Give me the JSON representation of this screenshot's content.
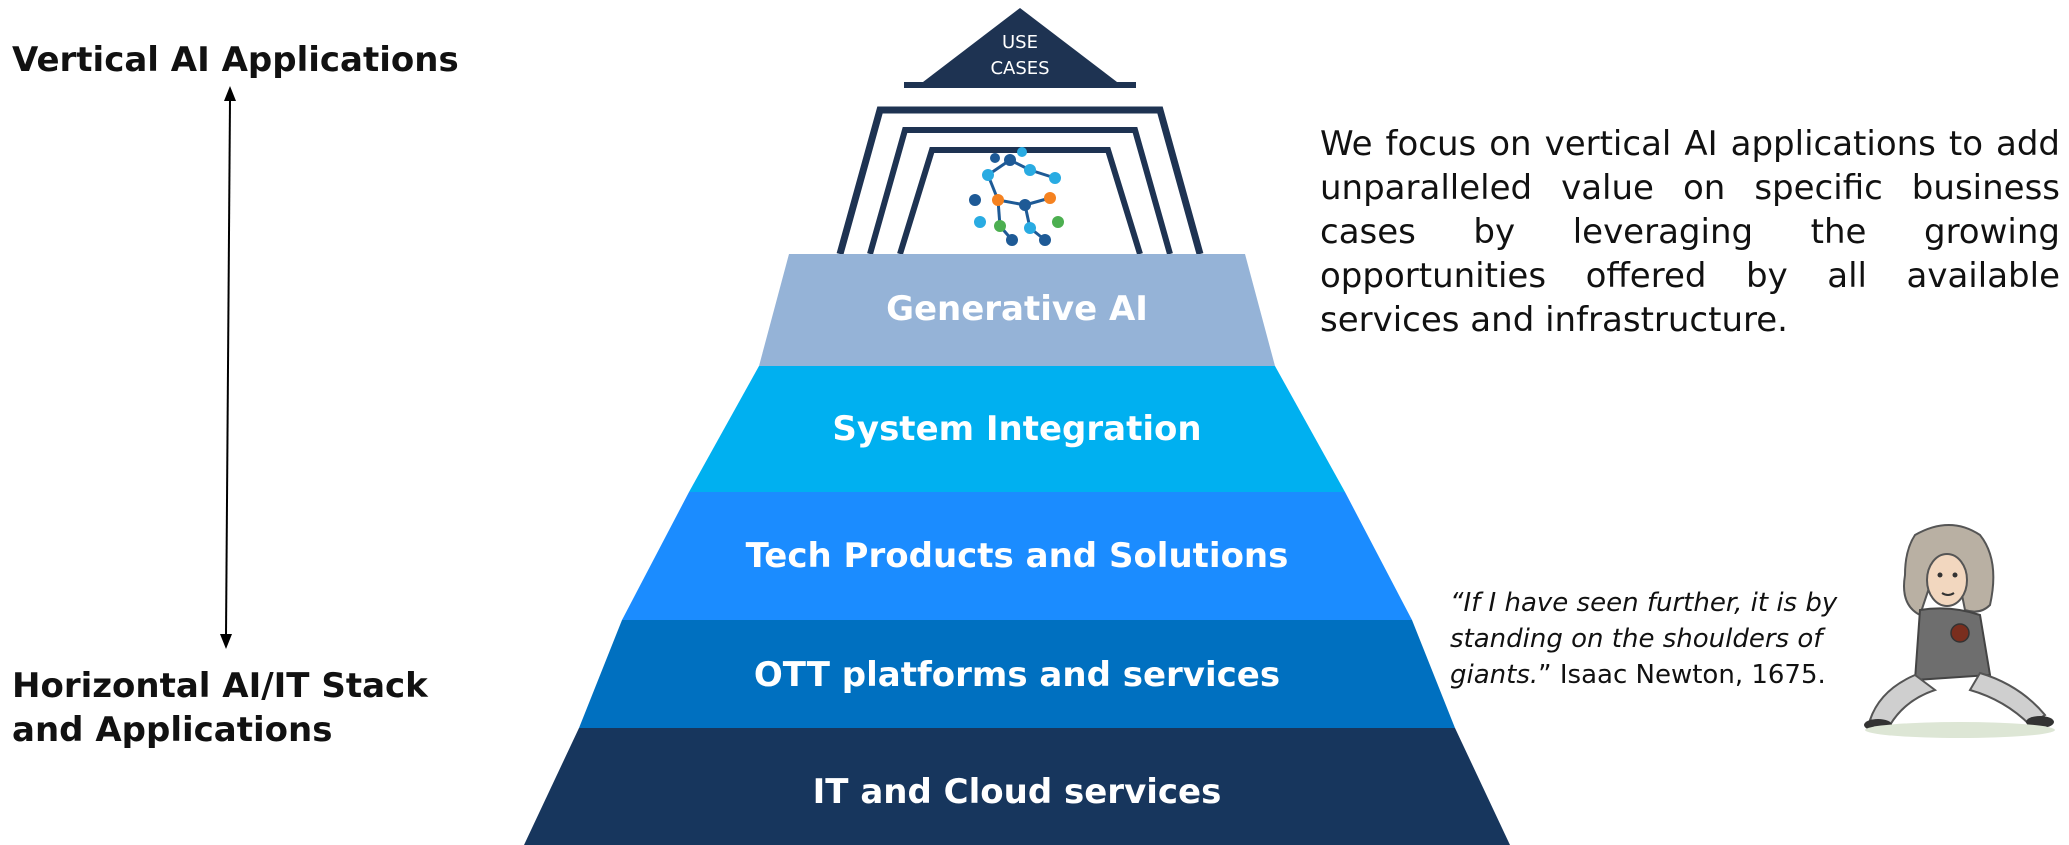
{
  "axis": {
    "top_label": "Vertical AI Applications",
    "bottom_label_line1": "Horizontal AI/IT Stack",
    "bottom_label_line2": "and Applications"
  },
  "pyramid": {
    "apex": {
      "line1": "USE",
      "line2": "CASES",
      "icon": "ai-network-icon"
    },
    "layers": [
      {
        "label": "Generative AI",
        "color": "#95b3d7"
      },
      {
        "label": "System Integration",
        "color": "#00b0f0"
      },
      {
        "label": "Tech Products and Solutions",
        "color": "#1b8cff"
      },
      {
        "label": "OTT platforms and services",
        "color": "#0070c0"
      },
      {
        "label": "IT and Cloud services",
        "color": "#17365d"
      }
    ]
  },
  "description": "We focus on vertical AI applications to add unparalleled value on specific business cases by leveraging the growing opportunities offered by all available services and infrastructure.",
  "quote": {
    "text_italic": "“If I have seen further, it is by standing on the shoulders of giants.",
    "attribution": "” Isaac Newton, 1675.",
    "image": "isaac-newton-illustration"
  }
}
